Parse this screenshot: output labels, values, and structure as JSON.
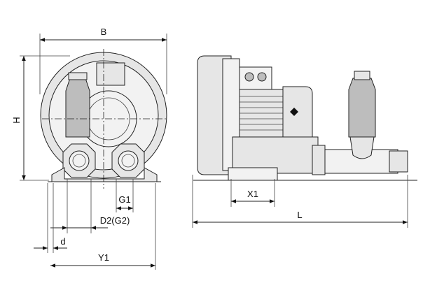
{
  "dimensions": {
    "B": "B",
    "H": "H",
    "G1": "G1",
    "D2": "D2(G2)",
    "d": "d",
    "Y1": "Y1",
    "X1": "X1",
    "L": "L"
  }
}
